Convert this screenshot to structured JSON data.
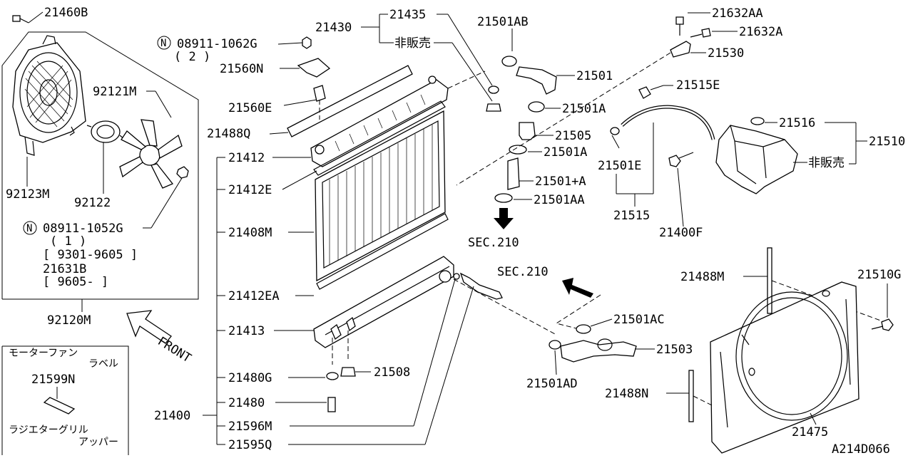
{
  "diagram_id": "A214D066",
  "labels": {
    "p21460B": "21460B",
    "n_circle_1": "N",
    "p08911_1062G": "08911-1062G",
    "qty_2": "( 2 )",
    "p21560N": "21560N",
    "p21560E": "21560E",
    "p21488Q": "21488Q",
    "p21430": "21430",
    "p21435": "21435",
    "not_for_sale_1": "非販売",
    "p21501AB": "21501AB",
    "p21501": "21501",
    "p21501A_1": "21501A",
    "p21505": "21505",
    "p21501A_2": "21501A",
    "p21501_A": "21501+A",
    "p21501AA": "21501AA",
    "sec210_1": "SEC.210",
    "sec210_2": "SEC.210",
    "p21632AA": "21632AA",
    "p21632A": "21632A",
    "p21530": "21530",
    "p21515E": "21515E",
    "p21516": "21516",
    "p21510": "21510",
    "not_for_sale_2": "非販売",
    "p21501E": "21501E",
    "p21515": "21515",
    "p21400F": "21400F",
    "p92121M": "92121M",
    "p92123M": "92123M",
    "p92122": "92122",
    "n_circle_2": "N",
    "p08911_1052G": "08911-1052G",
    "qty_1": "( 1 )",
    "range_1": "[ 9301-9605 ]",
    "p21631B": "21631B",
    "range_2": "[ 9605-       ]",
    "p92120M": "92120M",
    "front": "FRONT",
    "motor_fan": "モーターファン",
    "label_jp": "ラベル",
    "p21599N": "21599N",
    "radiator_grille": "ラジエターグリル",
    "upper_jp": "アッパー",
    "p21412": "21412",
    "p21412E": "21412E",
    "p21408M": "21408M",
    "p21412EA": "21412EA",
    "p21413": "21413",
    "p21480G": "21480G",
    "p21508": "21508",
    "p21480": "21480",
    "p21400": "21400",
    "p21596M": "21596M",
    "p21595Q": "21595Q",
    "p21488M": "21488M",
    "p21510G": "21510G",
    "p21501AC": "21501AC",
    "p21503": "21503",
    "p21501AD": "21501AD",
    "p21488N": "21488N",
    "p21475": "21475"
  }
}
